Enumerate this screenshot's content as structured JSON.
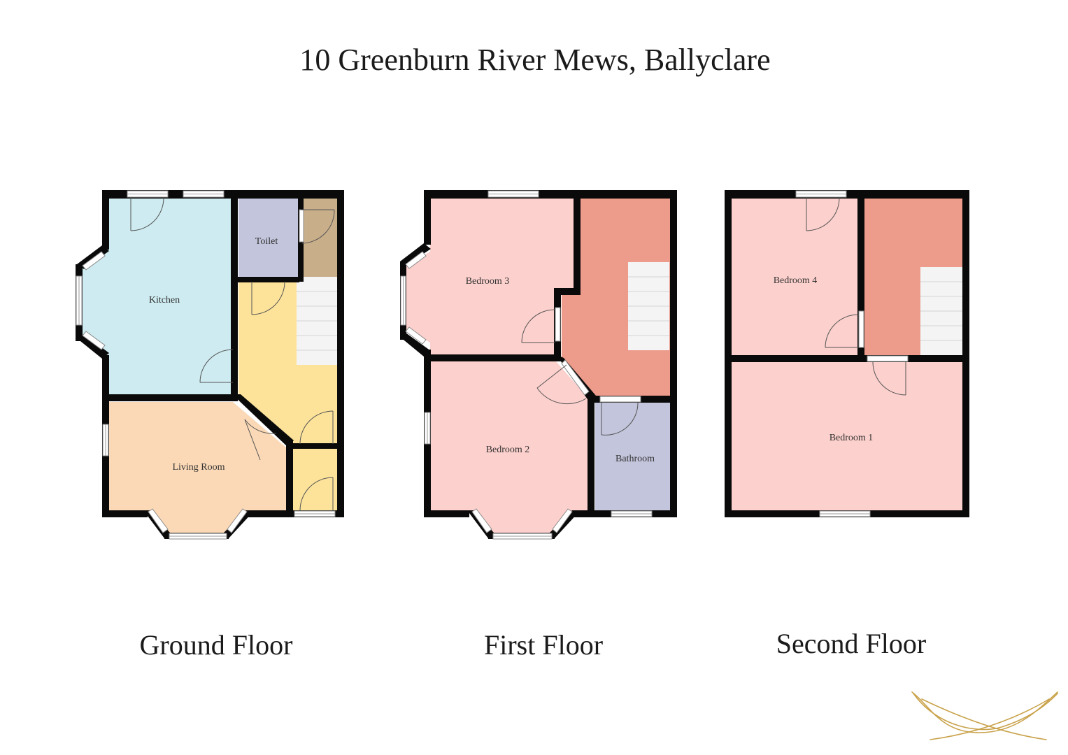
{
  "title": "10 Greenburn River Mews, Ballyclare",
  "floors": {
    "ground": {
      "label": "Ground Floor",
      "rooms": {
        "kitchen": "Kitchen",
        "toilet": "Toilet",
        "living_room": "Living Room"
      }
    },
    "first": {
      "label": "First Floor",
      "rooms": {
        "bedroom_3": "Bedroom 3",
        "bedroom_2": "Bedroom 2",
        "bathroom": "Bathroom"
      }
    },
    "second": {
      "label": "Second Floor",
      "rooms": {
        "bedroom_4": "Bedroom 4",
        "bedroom_1": "Bedroom 1"
      }
    }
  },
  "colors": {
    "kitchen": "#cdebf0",
    "toilet": "#c3c5dc",
    "store": "#c9ae8a",
    "hall": "#fde39a",
    "living_room": "#fbd9b6",
    "bedroom": "#fcd0cc",
    "landing": "#ed9b8b",
    "bathroom": "#c3c5dc",
    "stairs": "#f4f4f4",
    "wall": "#0a0a0a",
    "logo_gold": "#c9a24a"
  }
}
